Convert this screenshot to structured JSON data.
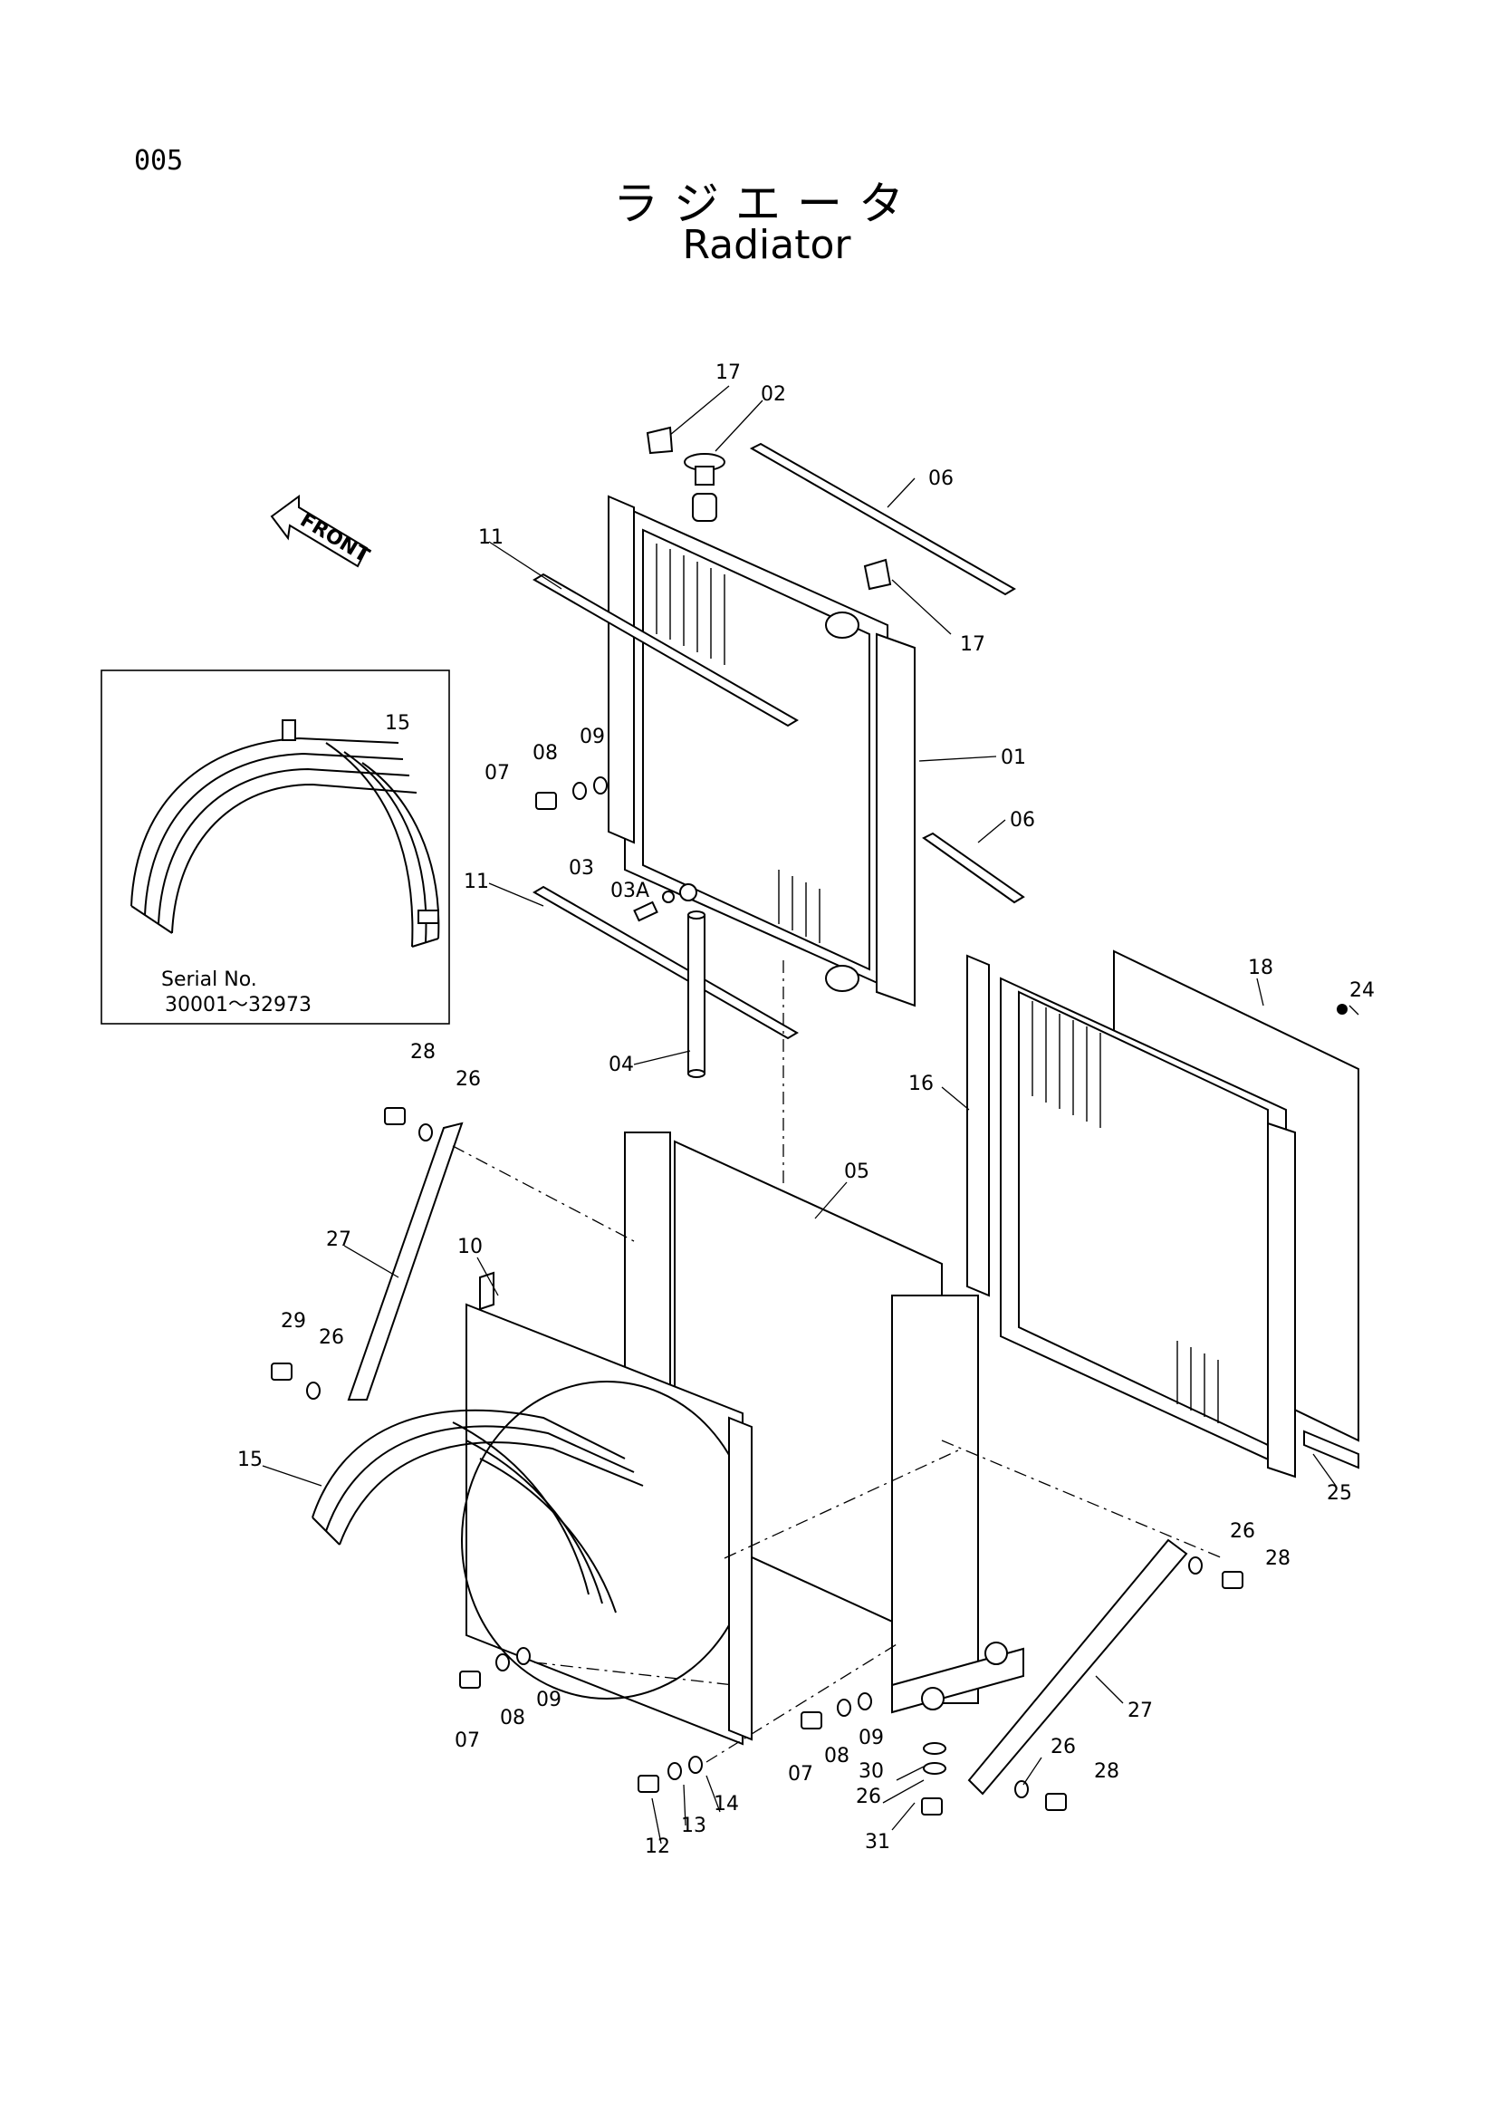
{
  "page": {
    "number": "005"
  },
  "title": {
    "japanese": "ラジエータ",
    "english": "Radiator"
  },
  "front_arrow": {
    "label": "FRONT"
  },
  "inset": {
    "serial_label": "Serial No.",
    "serial_range": "30001～32973"
  },
  "callouts": [
    "17",
    "02",
    "06",
    "11",
    "17",
    "01",
    "09",
    "08",
    "07",
    "06",
    "03",
    "03A",
    "11",
    "04",
    "18",
    "24",
    "16",
    "28",
    "26",
    "05",
    "27",
    "10",
    "29",
    "26",
    "15",
    "25",
    "26",
    "28",
    "27",
    "07",
    "08",
    "09",
    "07",
    "08",
    "09",
    "30",
    "26",
    "14",
    "13",
    "12",
    "31",
    "26",
    "28",
    "15"
  ]
}
